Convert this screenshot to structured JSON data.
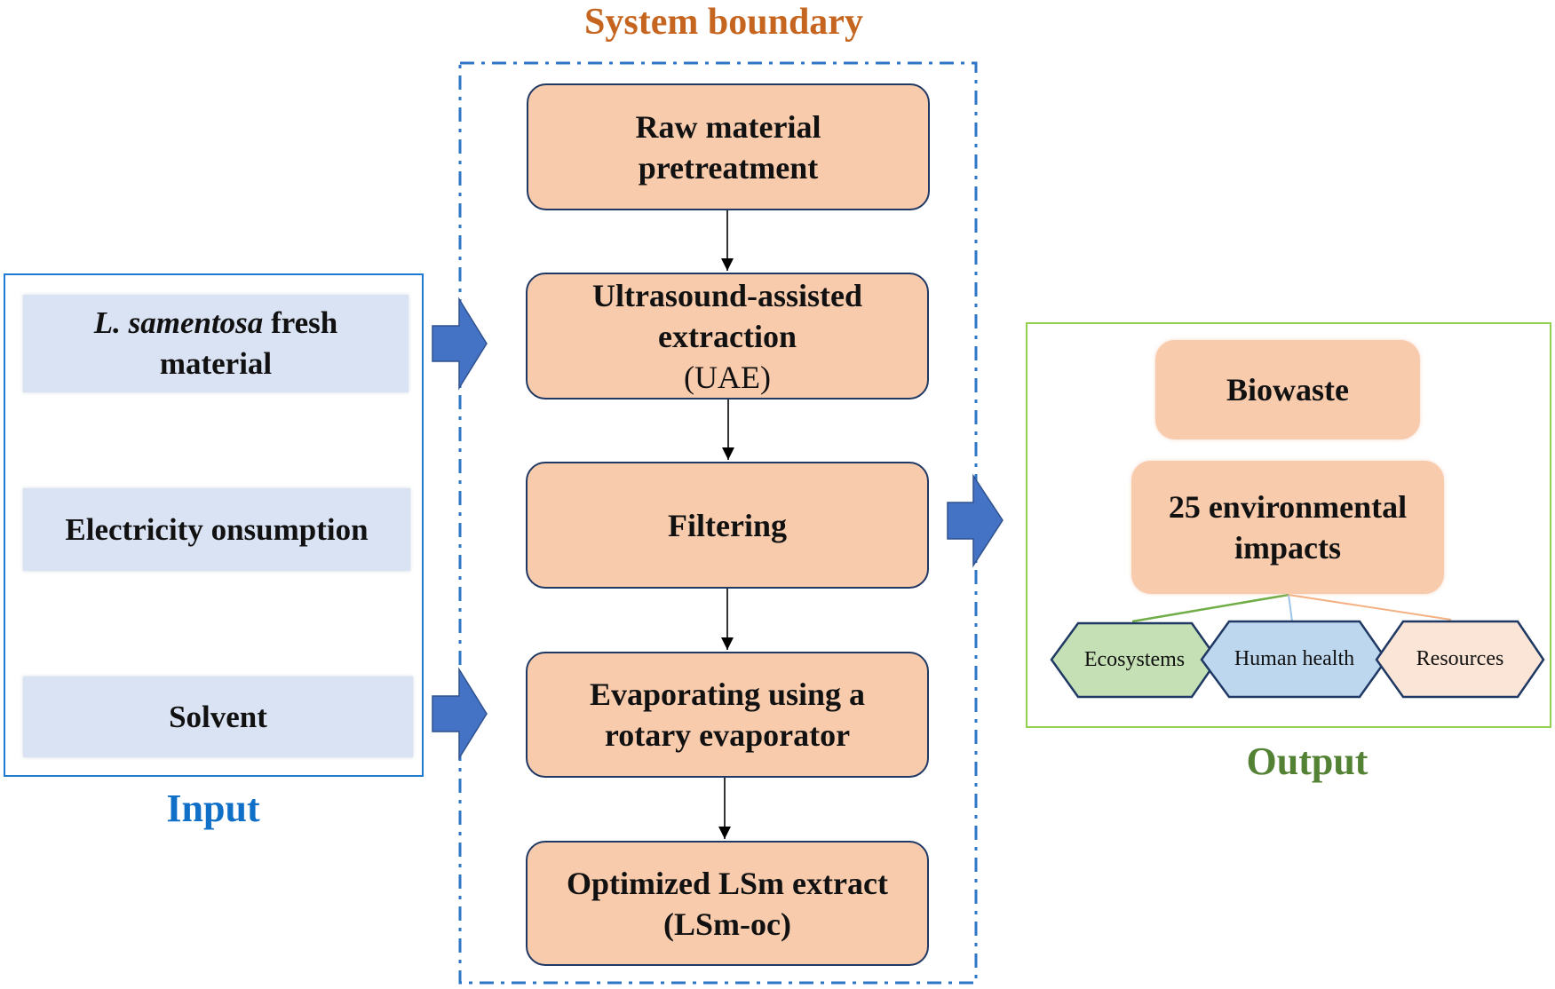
{
  "system_boundary": {
    "title": "System boundary",
    "color": "#C5651F",
    "border_color": "#2E75C6"
  },
  "process_steps": [
    {
      "id": "raw",
      "lines": [
        "Raw material",
        "pretreatment"
      ],
      "sub": ""
    },
    {
      "id": "uae",
      "lines": [
        "Ultrasound-assisted",
        "extraction"
      ],
      "sub": "(UAE)"
    },
    {
      "id": "filter",
      "lines": [
        "Filtering"
      ],
      "sub": ""
    },
    {
      "id": "evap",
      "lines": [
        "Evaporating  using  a",
        "rotary  evaporator"
      ],
      "sub": ""
    },
    {
      "id": "opt",
      "lines": [
        "Optimized  LSm extract",
        "(LSm-oc)"
      ],
      "sub": ""
    }
  ],
  "input": {
    "label": "Input",
    "color": "#1070C8",
    "items": [
      {
        "italic": "L. samentosa",
        "rest": " fresh",
        "line2": "material"
      },
      {
        "text": "Electricity  onsumption"
      },
      {
        "text": "Solvent"
      }
    ]
  },
  "output": {
    "label": "Output",
    "color": "#548235",
    "blocks": [
      {
        "lines": [
          "Biowaste"
        ]
      },
      {
        "lines": [
          "25 environmental",
          "impacts"
        ]
      }
    ],
    "categories": [
      {
        "label": "Ecosystems",
        "fill": "#C5E0B4",
        "link_color": "#70AD47"
      },
      {
        "label": "Human health",
        "fill": "#BDD7EE",
        "link_color": "#9DC3E6"
      },
      {
        "label": "Resources",
        "fill": "#FBE5D6",
        "link_color": "#F4B183"
      }
    ]
  },
  "colors": {
    "step_fill": "#F8CBAD",
    "step_border": "#1F3864",
    "input_fill": "#DAE3F3",
    "arrow_fill": "#4472C4",
    "output_border": "#92D050"
  }
}
